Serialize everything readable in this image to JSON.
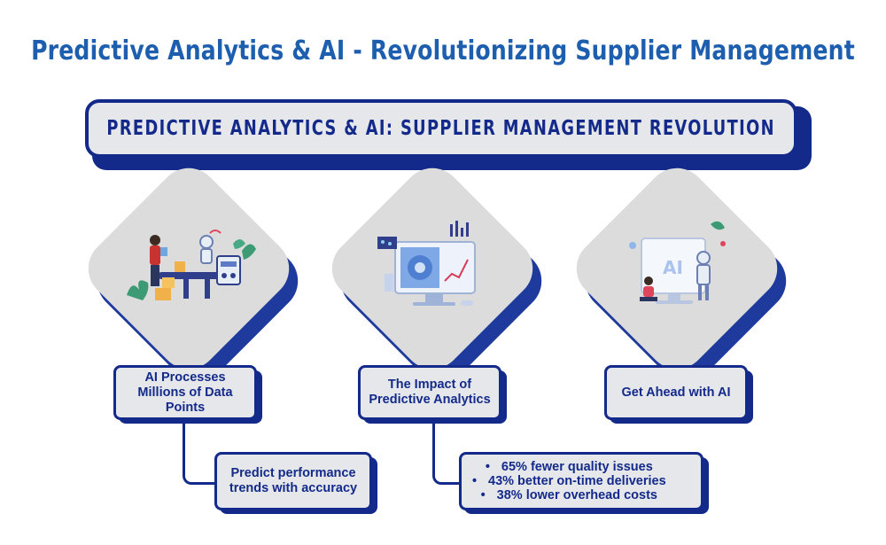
{
  "title": "Predictive Analytics & AI - Revolutionizing Supplier Management",
  "banner": "PREDICTIVE ANALYTICS & AI: SUPPLIER MANAGEMENT REVOLUTION",
  "colors": {
    "title": "#1d5fae",
    "navy": "#132a8a",
    "panel": "#e6e7ea",
    "diamond": "#dcdcdd"
  },
  "cards": [
    {
      "illustration": "factory-robot-conveyor-illustration",
      "label": "AI Processes Millions of Data Points",
      "detail": "Predict performance trends with accuracy"
    },
    {
      "illustration": "analytics-monitor-illustration",
      "label": "The Impact of Predictive Analytics",
      "bullets": [
        "65% fewer quality issues",
        "43% better on-time deliveries",
        "38% lower overhead costs"
      ]
    },
    {
      "illustration": "ai-robot-screen-illustration",
      "label": "Get Ahead with AI"
    }
  ]
}
